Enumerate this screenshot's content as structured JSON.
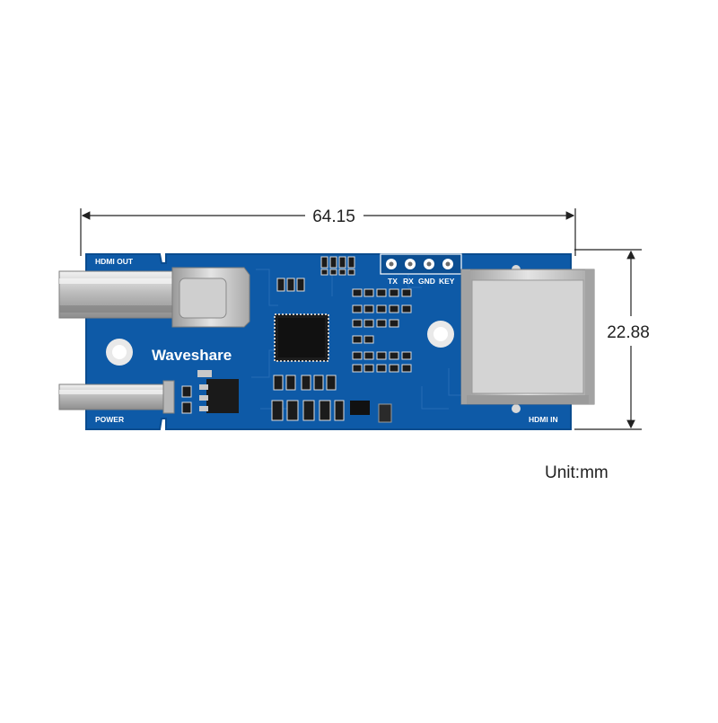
{
  "dimensions": {
    "width": "64.15",
    "height": "22.88",
    "unit_note": "Unit:mm"
  },
  "board": {
    "brand": "Waveshare",
    "labels": {
      "hdmi_out": "HDMI OUT",
      "power": "POWER",
      "hdmi_in": "HDMI IN"
    },
    "header_pins": [
      "TX",
      "RX",
      "GND",
      "KEY"
    ],
    "colors": {
      "pcb": "#0e5aa7",
      "pcb_edge": "#0a4c8f",
      "metal": "#c8c8c8"
    }
  }
}
